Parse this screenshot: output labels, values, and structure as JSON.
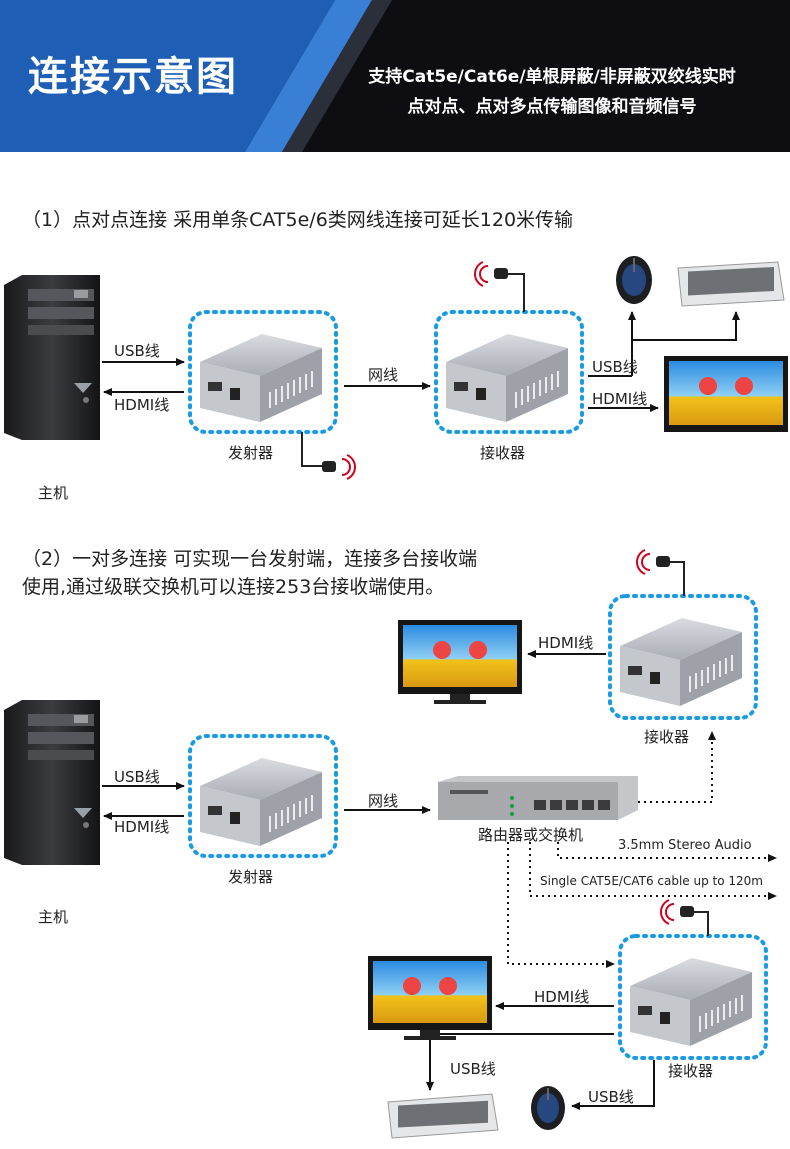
{
  "header": {
    "title": "连接示意图",
    "subtitle_line1": "支持Cat5e/Cat6e/单根屏蔽/非屏蔽双绞线实时",
    "subtitle_line2": "点对点、点对多点传输图像和音频信号",
    "colors": {
      "blue": "#1e5fb5",
      "dark": "#0e0e12"
    }
  },
  "section1": {
    "title": "（1）点对点连接   采用单条CAT5e/6类网线连接可延长120米传输",
    "host_label": "主机",
    "usb_label": "USB线",
    "hdmi_label": "HDMI线",
    "transmitter_label": "发射器",
    "network_label": "网线",
    "receiver_label": "接收器",
    "rx_usb_label": "USB线",
    "rx_hdmi_label": "HDMI线"
  },
  "section2": {
    "title_line1": "（2）一对多连接   可实现一台发射端，连接多台接收端",
    "title_line2": "使用,通过级联交换机可以连接253台接收端使用。",
    "host_label": "主机",
    "usb_label": "USB线",
    "hdmi_label": "HDMI线",
    "transmitter_label": "发射器",
    "network_label": "网线",
    "router_label": "路由器或交换机",
    "audio_label": "3.5mm Stereo Audio",
    "cable_label": "Single CAT5E/CAT6 cable up to 120m",
    "rx1_hdmi_label": "HDMI线",
    "rx1_label": "接收器",
    "rx2_hdmi_label": "HDMI线",
    "rx2_label": "接收器",
    "rx2_usb_label1": "USB线",
    "rx2_usb_label2": "USB线"
  },
  "style": {
    "dotted_border": "#1a9be0",
    "device": "#b9bcc2",
    "ir_red": "#d0021b"
  }
}
